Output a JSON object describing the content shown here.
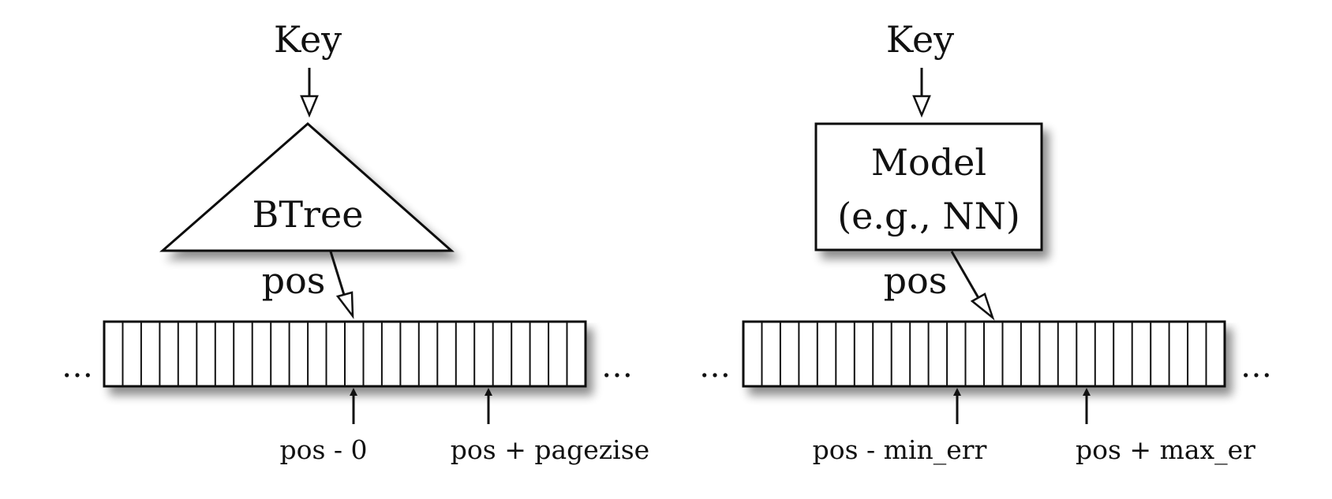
{
  "left_panel": {
    "key_label": "Key",
    "index_label": "BTree",
    "pos_label": "pos",
    "lower_bound_label": "pos - 0",
    "upper_bound_label": "pos + pagezise",
    "ellipsis_left": "…",
    "ellipsis_right": "…"
  },
  "right_panel": {
    "key_label": "Key",
    "model_label_line1": "Model",
    "model_label_line2": "(e.g., NN)",
    "pos_label": "pos",
    "lower_bound_label": "pos - min_err",
    "upper_bound_label": "pos + max_er",
    "ellipsis_left": "…",
    "ellipsis_right": "…"
  },
  "colors": {
    "stroke": "#111111",
    "background": "#ffffff",
    "shadow": "#9a9a9a"
  }
}
